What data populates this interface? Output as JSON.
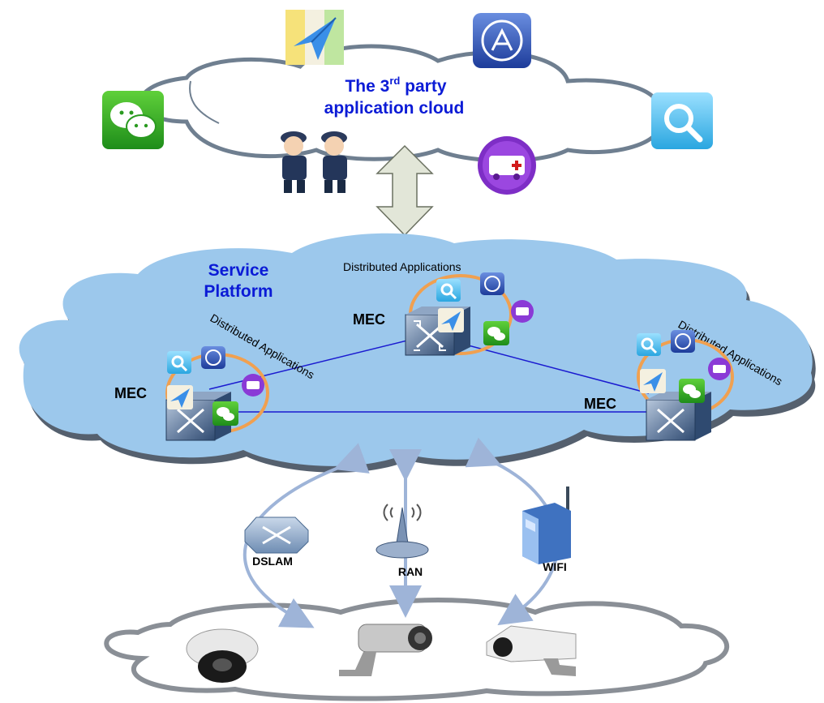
{
  "third_party_cloud": {
    "title_prefix": "The 3",
    "title_sup": "rd",
    "title_suffix": " party",
    "title_line2": "application cloud"
  },
  "service_platform": {
    "line1": "Service",
    "line2": "Platform"
  },
  "distributed_label": "Distributed Applications",
  "mec_label": "MEC",
  "access": {
    "dslam": "DSLAM",
    "ran": "RAN",
    "wifi": "WIFI"
  },
  "colors": {
    "title_blue": "#0b1bd6",
    "platform_cloud": "#9cc8ec",
    "platform_shadow": "#55606e",
    "mec_link": "#1a1ad0",
    "arrow": "#9eb4d8",
    "ring": "#f0a050"
  },
  "icons": [
    "map-plane-icon",
    "app-store-icon",
    "wechat-icon",
    "search-icon",
    "ambulance-icon",
    "police-officer-icon"
  ]
}
